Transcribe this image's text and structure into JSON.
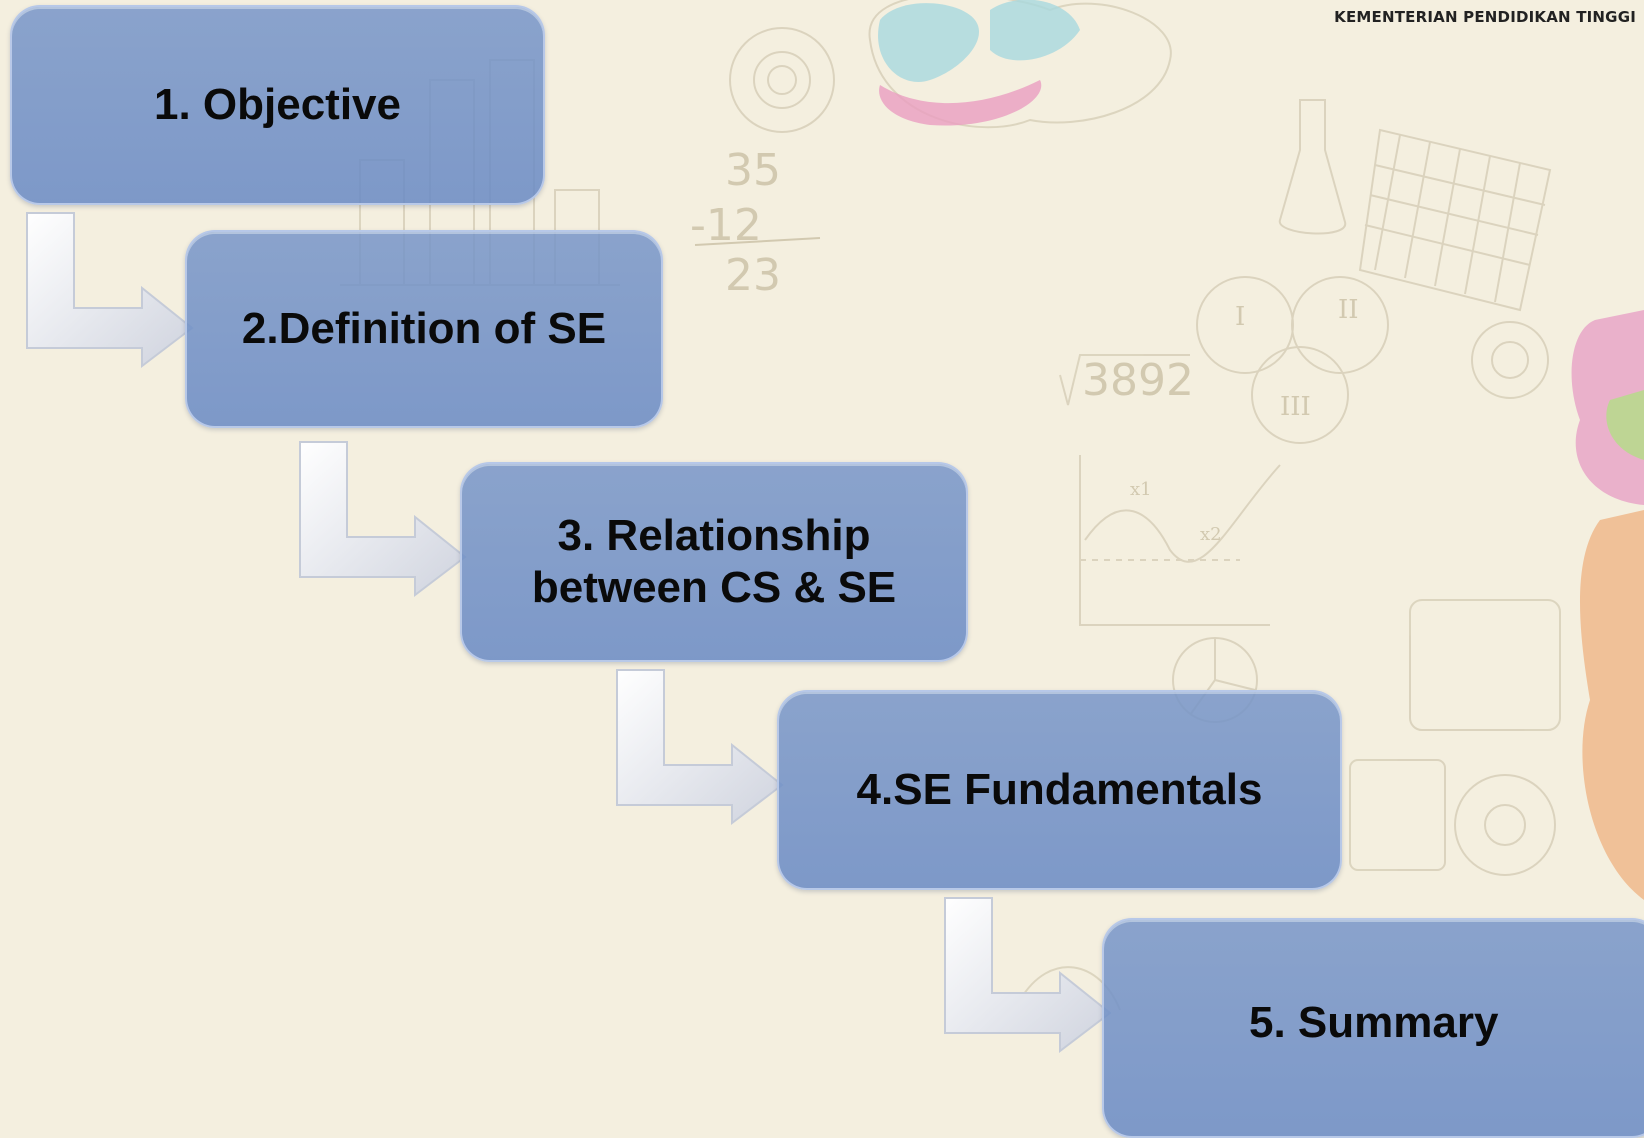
{
  "header": {
    "ministry": "KEMENTERIAN PENDIDIKAN TINGGI"
  },
  "steps": [
    {
      "label": "1. Objective"
    },
    {
      "label": "2.Definition of SE"
    },
    {
      "label": "3. Relationship",
      "label2": "between CS & SE"
    },
    {
      "label": "4.SE Fundamentals"
    },
    {
      "label": "5. Summary"
    }
  ],
  "background": {
    "doodle_numbers": [
      "35",
      "-12",
      "23"
    ],
    "sqrt_value": "3892",
    "venn_labels": [
      "I",
      "II",
      "III"
    ],
    "graph_labels": [
      "x1",
      "x2"
    ]
  },
  "colors": {
    "box": "#7a96c8",
    "background": "#f4efdf"
  }
}
